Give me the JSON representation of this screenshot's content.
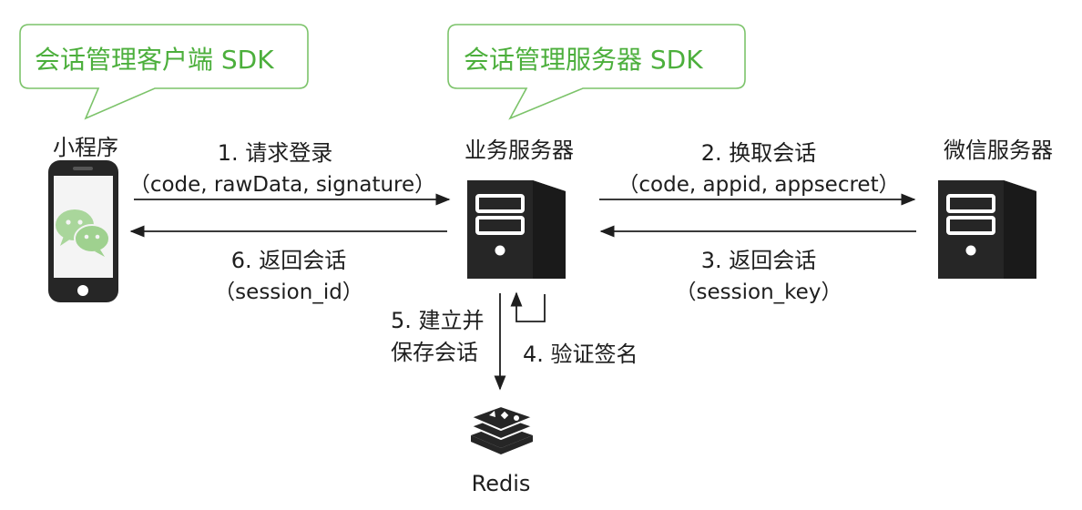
{
  "bubbles": {
    "client_sdk": "会话管理客户端 SDK",
    "server_sdk": "会话管理服务器 SDK"
  },
  "nodes": {
    "mini_program": "小程序",
    "business_server": "业务服务器",
    "wechat_server": "微信服务器",
    "redis": "Redis"
  },
  "steps": {
    "step1_title": "1.  请求登录",
    "step1_params": "（code, rawData, signature）",
    "step2_title": "2. 换取会话",
    "step2_params": "（code, appid, appsecret）",
    "step3_title": "3. 返回会话",
    "step3_params": "（session_key）",
    "step4_title": "4. 验证签名",
    "step5_line1": "5. 建立并",
    "step5_line2": "保存会话",
    "step6_title": "6. 返回会话",
    "step6_params": "（session_id）"
  },
  "colors": {
    "bubble_border": "#7cc36a",
    "bubble_text": "#4caf3c",
    "device_dark": "#262626",
    "screen_light": "#f4f4f4",
    "wechat_icon": "#9fd18f"
  },
  "icons": {
    "phone": "smartphone-icon",
    "wechat": "wechat-logo-icon",
    "server": "server-icon",
    "redis": "redis-logo-icon"
  }
}
